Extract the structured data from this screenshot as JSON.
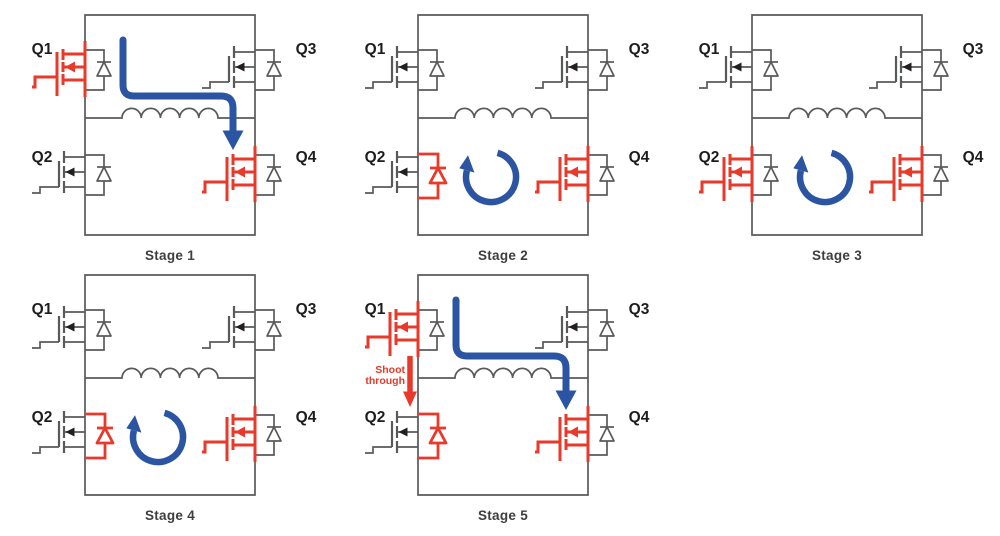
{
  "figure": {
    "background": "#ffffff",
    "colors": {
      "wire": "#58595b",
      "mosfet_arrow": "#231f20",
      "highlight_red": "#e8392a",
      "current_blue": "#2b55a3",
      "q_label_text": "#1d1d1f",
      "stage_label_text": "#3e3e40"
    },
    "transistor_labels": {
      "q1": "Q1",
      "q2": "Q2",
      "q3": "Q3",
      "q4": "Q4"
    },
    "shoot_through_label": {
      "line1": "Shoot",
      "line2": "through"
    },
    "stages": [
      {
        "label": "Stage 1",
        "red_mosfets": [
          "Q1",
          "Q4"
        ],
        "red_diodes": [],
        "current_arrow": "through-bridge",
        "shoot_through": false
      },
      {
        "label": "Stage 2",
        "red_mosfets": [
          "Q4"
        ],
        "red_diodes": [
          "Q2"
        ],
        "current_arrow": "circulating",
        "shoot_through": false
      },
      {
        "label": "Stage 3",
        "red_mosfets": [
          "Q2",
          "Q4"
        ],
        "red_diodes": [],
        "current_arrow": "circulating",
        "shoot_through": false
      },
      {
        "label": "Stage 4",
        "red_mosfets": [
          "Q4"
        ],
        "red_diodes": [
          "Q2"
        ],
        "current_arrow": "circulating",
        "shoot_through": false
      },
      {
        "label": "Stage 5",
        "red_mosfets": [
          "Q1",
          "Q4"
        ],
        "red_diodes": [
          "Q2"
        ],
        "current_arrow": "through-bridge",
        "shoot_through": true
      }
    ]
  }
}
